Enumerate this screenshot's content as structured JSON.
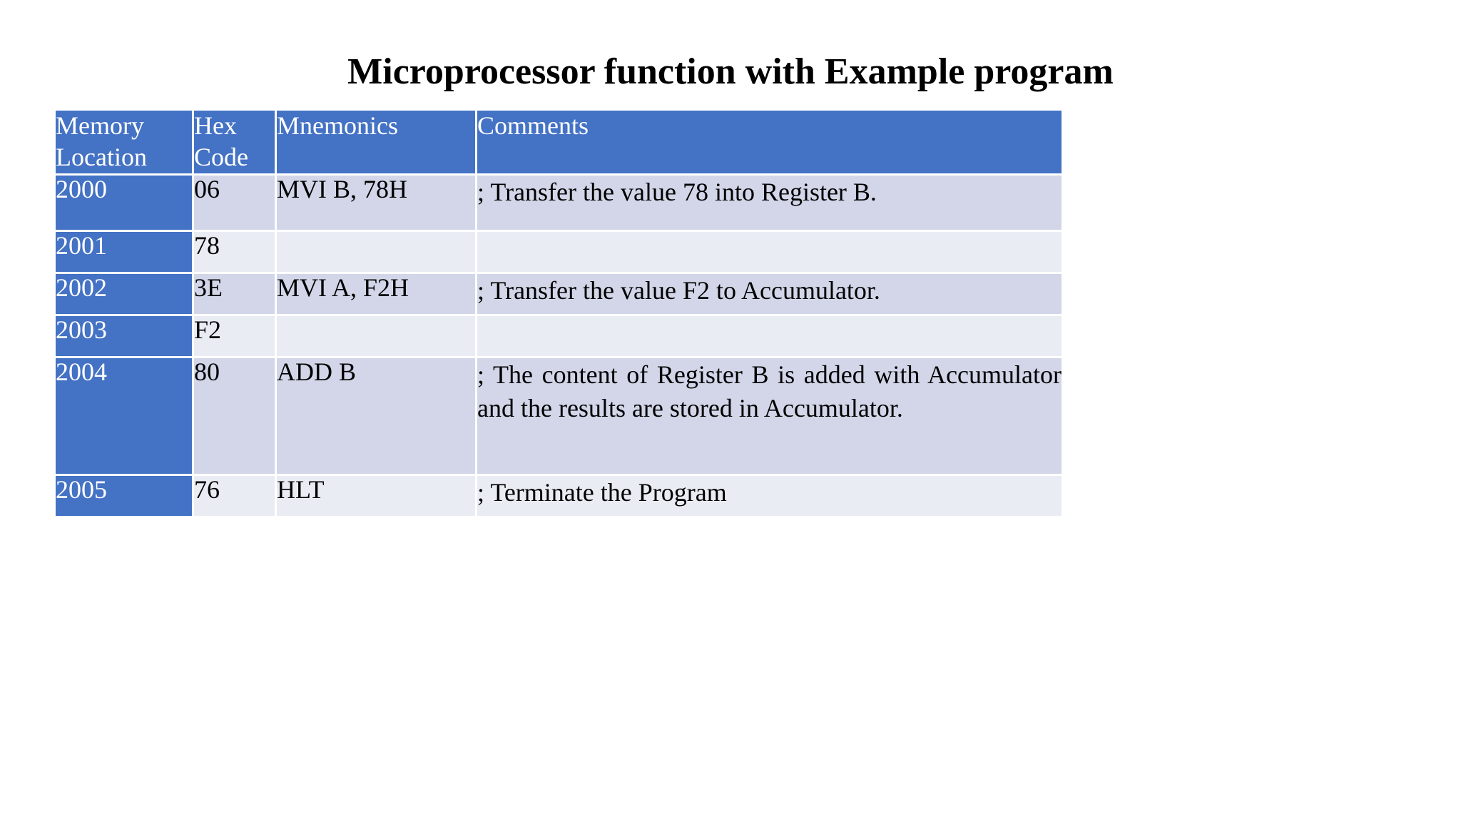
{
  "title": "Microprocessor function with Example program",
  "theme": {
    "header_blue": "#4472C4",
    "row_dark": "#D2D6E8",
    "row_light": "#EAECF4",
    "header_text": "#FFFFFF",
    "body_text": "#000000",
    "page_background": "#FFFFFF"
  },
  "table": {
    "headers": {
      "memory_location_line1": "Memory",
      "memory_location_line2": "Location",
      "hex_code_line1": "Hex",
      "hex_code_line2": "Code",
      "mnemonics": "Mnemonics",
      "comments": "Comments"
    },
    "rows": [
      {
        "memory": "2000",
        "hex": "06",
        "mnemonic": "MVI B, 78H",
        "comment": "; Transfer the value 78 into Register B."
      },
      {
        "memory": "2001",
        "hex": "78",
        "mnemonic": "",
        "comment": ""
      },
      {
        "memory": "2002",
        "hex": "3E",
        "mnemonic": "MVI A, F2H",
        "comment": "; Transfer the value F2 to Accumulator."
      },
      {
        "memory": "2003",
        "hex": "F2",
        "mnemonic": "",
        "comment": ""
      },
      {
        "memory": "2004",
        "hex": "80",
        "mnemonic": "ADD B",
        "comment": "; The content of Register B is added with Accumulator and the results are stored in Accumulator."
      },
      {
        "memory": "2005",
        "hex": "76",
        "mnemonic": "HLT",
        "comment": "; Terminate the Program"
      }
    ]
  }
}
